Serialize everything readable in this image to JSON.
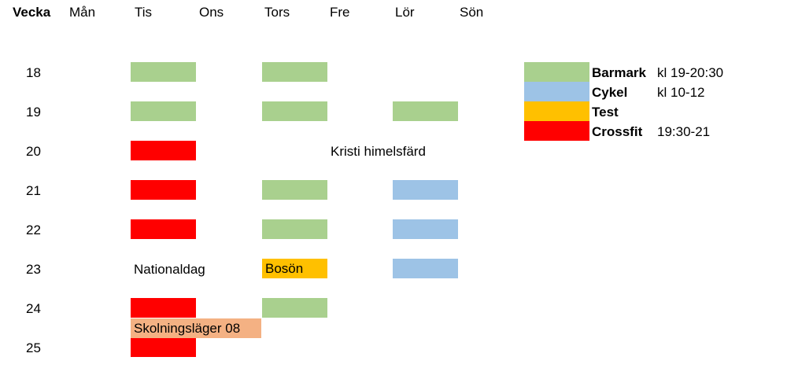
{
  "header": {
    "week_label": "Vecka",
    "days": [
      "Mån",
      "Tis",
      "Ons",
      "Tors",
      "Fre",
      "Lör",
      "Sön"
    ]
  },
  "weeks": [
    "18",
    "19",
    "20",
    "21",
    "22",
    "23",
    "24",
    "25"
  ],
  "colors": {
    "barmark": "#a9d08e",
    "cykel": "#9dc3e6",
    "test": "#ffc000",
    "crossfit": "#ff0000",
    "skolningslager": "#f4b183"
  },
  "legend": [
    {
      "name": "Barmark",
      "time": "kl 19-20:30",
      "color": "#a9d08e"
    },
    {
      "name": "Cykel",
      "time": "kl 10-12",
      "color": "#9dc3e6"
    },
    {
      "name": "Test",
      "time": "",
      "color": "#ffc000"
    },
    {
      "name": "Crossfit",
      "time": "19:30-21",
      "color": "#ff0000"
    }
  ],
  "schedule": [
    {
      "week": "18",
      "day": "Tis",
      "activity": "barmark"
    },
    {
      "week": "18",
      "day": "Tors",
      "activity": "barmark"
    },
    {
      "week": "19",
      "day": "Tis",
      "activity": "barmark"
    },
    {
      "week": "19",
      "day": "Tors",
      "activity": "barmark"
    },
    {
      "week": "19",
      "day": "Lör",
      "activity": "barmark"
    },
    {
      "week": "20",
      "day": "Tis",
      "activity": "crossfit"
    },
    {
      "week": "21",
      "day": "Tis",
      "activity": "crossfit"
    },
    {
      "week": "21",
      "day": "Tors",
      "activity": "barmark"
    },
    {
      "week": "21",
      "day": "Lör",
      "activity": "cykel"
    },
    {
      "week": "22",
      "day": "Tis",
      "activity": "crossfit"
    },
    {
      "week": "22",
      "day": "Tors",
      "activity": "barmark"
    },
    {
      "week": "22",
      "day": "Lör",
      "activity": "cykel"
    },
    {
      "week": "23",
      "day": "Tors",
      "activity": "test"
    },
    {
      "week": "23",
      "day": "Lör",
      "activity": "cykel"
    },
    {
      "week": "24",
      "day": "Tis",
      "activity": "crossfit"
    },
    {
      "week": "24",
      "day": "Tors",
      "activity": "barmark"
    },
    {
      "week": "25",
      "day": "Tis",
      "activity": "crossfit"
    }
  ],
  "notes": {
    "kristi_himelsfard": "Kristi himelsfärd",
    "nationaldag": "Nationaldag",
    "boson": "Bosön",
    "skolningslager": "Skolningsläger 08"
  }
}
